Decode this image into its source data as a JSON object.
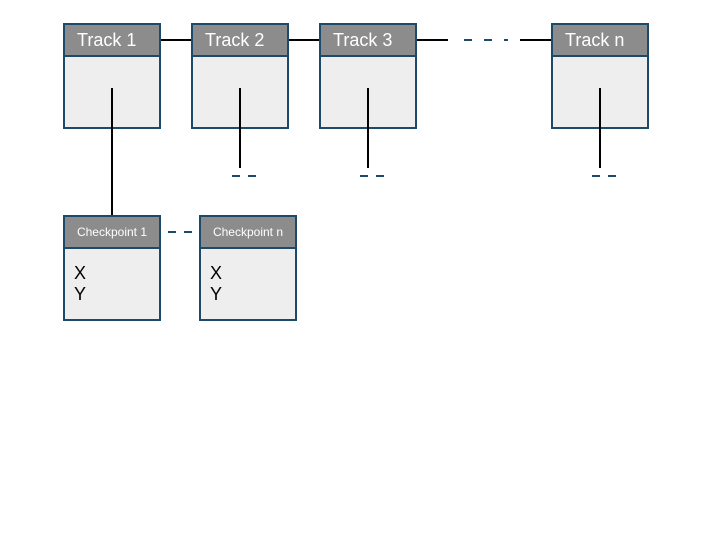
{
  "tracks": [
    {
      "label": "Track 1"
    },
    {
      "label": "Track 2"
    },
    {
      "label": "Track 3"
    },
    {
      "label": "Track n"
    }
  ],
  "checkpoints": [
    {
      "label": "Checkpoint 1",
      "fields": [
        "X",
        "Y"
      ]
    },
    {
      "label": "Checkpoint n",
      "fields": [
        "X",
        "Y"
      ]
    }
  ],
  "colors": {
    "header_fill": "#8c8c8c",
    "body_fill": "#eeeeee",
    "border": "#1b4a6b",
    "connector": "#000000"
  }
}
